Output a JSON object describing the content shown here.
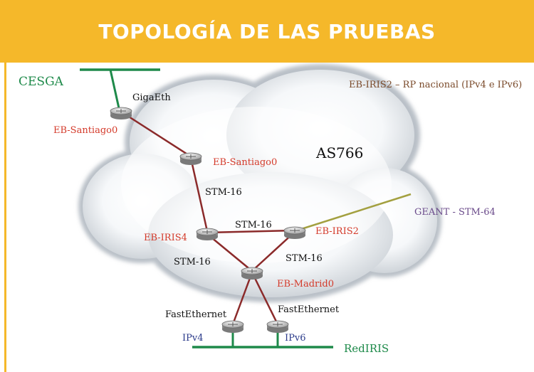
{
  "slide": {
    "title": "TOPOLOGÍA DE LAS PRUEBAS"
  },
  "diagram": {
    "subtitle": "EB-IRIS2 – RP nacional (IPv4 e IPv6)",
    "cloud_label": "AS766",
    "networks": {
      "cesga": "CESGA",
      "rediris": "RedIRIS",
      "geant": "GEANT - STM-64"
    },
    "routers": {
      "santiago_top": "EB-Santiago0",
      "santiago_mid": "EB-Santiago0",
      "iris4": "EB-IRIS4",
      "iris2": "EB-IRIS2",
      "madrid": "EB-Madrid0"
    },
    "links": {
      "gigaeth": "GigaEth",
      "stm16_vertical": "STM-16",
      "stm16_horizontal": "STM-16",
      "stm16_left": "STM-16",
      "stm16_right": "STM-16",
      "fastethernet_left": "FastEthernet",
      "fastethernet_right": "FastEthernet"
    },
    "stacks": {
      "ipv4": "IPv4",
      "ipv6": "IPv6"
    },
    "colors": {
      "header": "#f5b82a",
      "link": "#8b2a2a",
      "router_label": "#d43a2a",
      "network_label": "#1e8a4a",
      "network_line": "#1e8a4a",
      "geant_line": "#a3a040",
      "geant_label": "#6a4a8a",
      "stack_label": "#2a3a8a",
      "subtitle": "#7a4a2a"
    }
  }
}
